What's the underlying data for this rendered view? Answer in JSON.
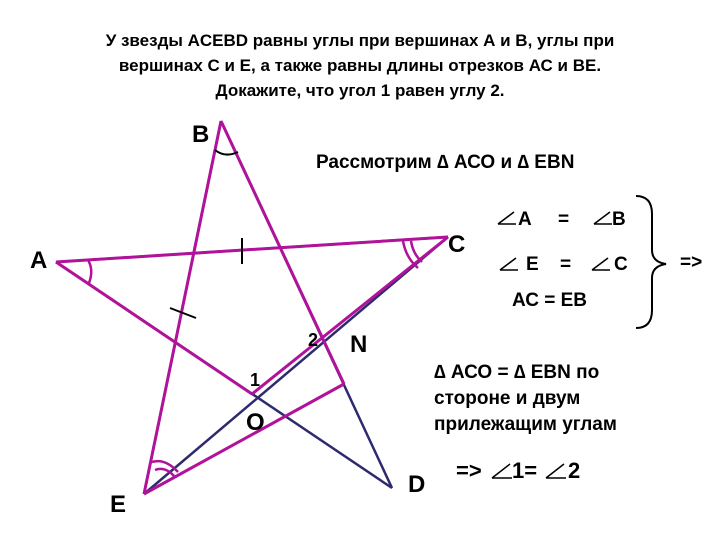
{
  "problem": {
    "line1": "У звезды ACEBD равны углы при вершинах А и В, углы при",
    "line2": "вершинах С и Е, а также равны длины отрезков АС и ВЕ.",
    "line3": "Докажите, что угол 1 равен углу 2."
  },
  "vertices": {
    "A": "A",
    "B": "B",
    "C": "C",
    "D": "D",
    "E": "E",
    "N": "N",
    "O": "O"
  },
  "angle_marks": {
    "one": "1",
    "two": "2"
  },
  "proof": {
    "consider": "Рассмотрим ∆ АСО и ∆ EBN",
    "eq1_left": "А",
    "eq1_sign": "=",
    "eq1_right": "В",
    "eq2_left": "Е",
    "eq2_sign": "=",
    "eq2_right": "С",
    "eq3": "АС = ЕВ",
    "implies": "=>",
    "conclusion_line1": "∆ АСО = ∆ EBN по",
    "conclusion_line2": "стороне и двум",
    "conclusion_line3": "прилежащим углам",
    "final_implies": "=>",
    "final_1": "1=",
    "final_2": "2"
  },
  "colors": {
    "star_lines": "#2e2a6e",
    "highlight": "#b0129a",
    "text": "#000000"
  }
}
